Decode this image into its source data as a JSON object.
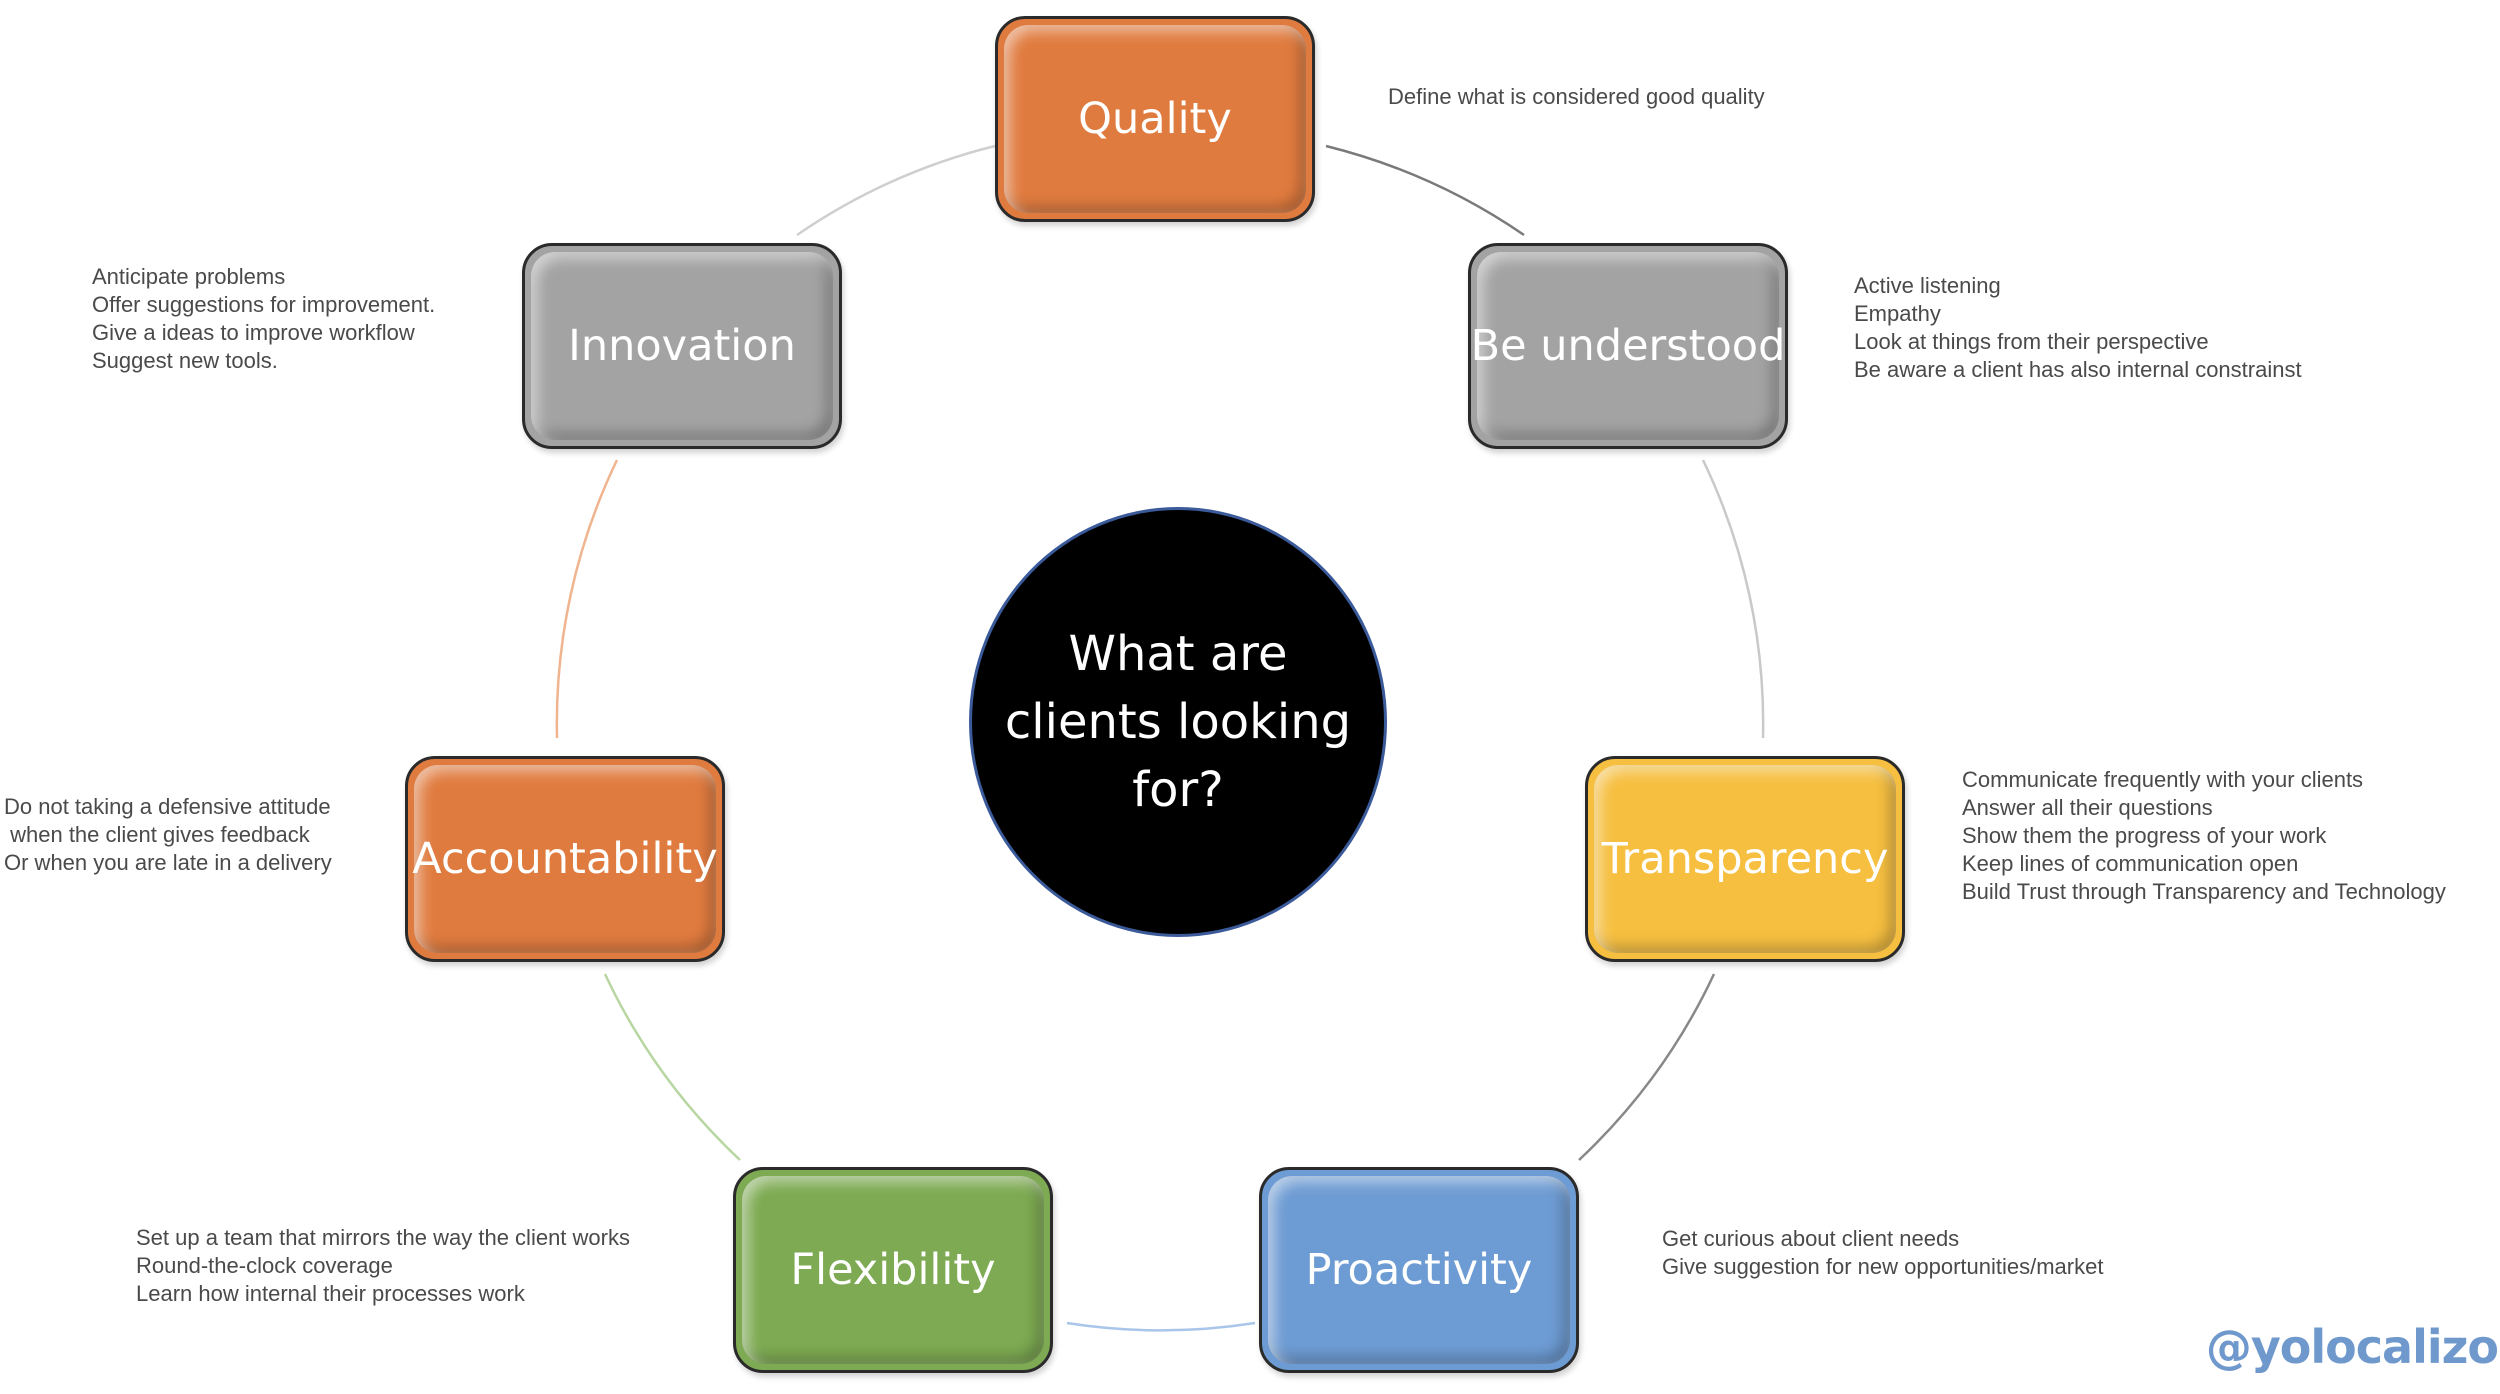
{
  "center": {
    "title": "What are clients looking for?"
  },
  "nodes": [
    {
      "id": "quality",
      "label": "Quality",
      "color": "#E07B3F",
      "notes": [
        "Define what is considered good quality"
      ]
    },
    {
      "id": "understood",
      "label": "Be understood",
      "color": "#A3A3A3",
      "notes": [
        "Active listening",
        "Empathy",
        "Look at things from their perspective",
        "Be aware a client has also internal constrainst"
      ]
    },
    {
      "id": "transparency",
      "label": "Transparency",
      "color": "#F6BF40",
      "notes": [
        "Communicate frequently with your clients",
        "Answer all their questions",
        "Show them the progress of your work",
        "Keep lines of communication open",
        "Build Trust through Transparency and Technology"
      ]
    },
    {
      "id": "proactivity",
      "label": "Proactivity",
      "color": "#6D9BD3",
      "notes": [
        "Get curious about client needs",
        "Give suggestion for new opportunities/market"
      ]
    },
    {
      "id": "flexibility",
      "label": "Flexibility",
      "color": "#7DAA52",
      "notes": [
        "Set up a team that mirrors the way the client works",
        "Round-the-clock coverage",
        "Learn how internal their processes work"
      ]
    },
    {
      "id": "accountability",
      "label": "Accountability",
      "color": "#E07B3F",
      "notes": [
        "Do not taking a defensive attitude",
        " when the client gives feedback",
        "Or when you are late in a delivery"
      ]
    },
    {
      "id": "innovation",
      "label": "Innovation",
      "color": "#A3A3A3",
      "notes": [
        "Anticipate problems",
        "Offer suggestions for improvement.",
        "Give a ideas to improve workflow",
        "Suggest new tools."
      ]
    }
  ],
  "watermark": "@yolocalizo"
}
